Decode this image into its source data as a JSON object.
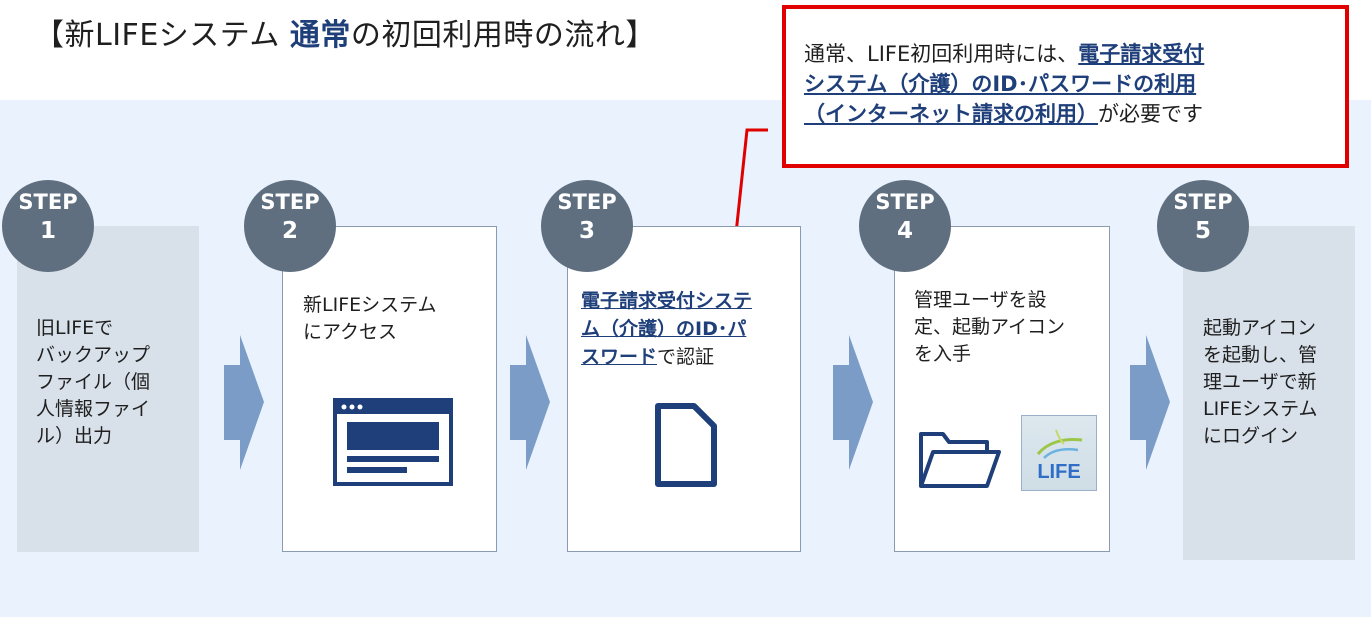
{
  "title": {
    "prefix": "【新LIFEシステム ",
    "bold": "通常",
    "suffix": "の初回利用時の流れ】"
  },
  "callout": {
    "line1_plain": "通常、LIFE初回利用時には、",
    "line1_em": "電子請求受付",
    "line2_em": "システム（介護）のID･パスワードの利用",
    "line3_em": "（インターネット請求の利用）",
    "line3_plain": "が必要です"
  },
  "steps": [
    {
      "word": "STEP",
      "num": "1",
      "lines": [
        "旧LIFEで",
        "バックアップ",
        "ファイル（個",
        "人情報ファイ",
        "ル）出力"
      ]
    },
    {
      "word": "STEP",
      "num": "2",
      "lines": [
        "新LIFEシステム",
        "にアクセス"
      ]
    },
    {
      "word": "STEP",
      "num": "3",
      "line1_em": "電子請求受付システ",
      "line2_em": "ム（介護）のID･パ",
      "line3_em": "スワード",
      "line3_plain": "で認証"
    },
    {
      "word": "STEP",
      "num": "4",
      "lines": [
        "管理ユーザを設",
        "定、起動アイコン",
        "を入手"
      ]
    },
    {
      "word": "STEP",
      "num": "5",
      "lines": [
        "起動アイコン",
        "を起動し、管",
        "理ユーザで新",
        "LIFEシステム",
        "にログイン"
      ]
    }
  ],
  "life_logo_text": "LIFE",
  "colors": {
    "accent": "#1f3f7a",
    "badge": "#5f6f80",
    "arrow": "#7a9cc6",
    "callout_border": "#e00000",
    "panel": "#eaf3fd"
  }
}
